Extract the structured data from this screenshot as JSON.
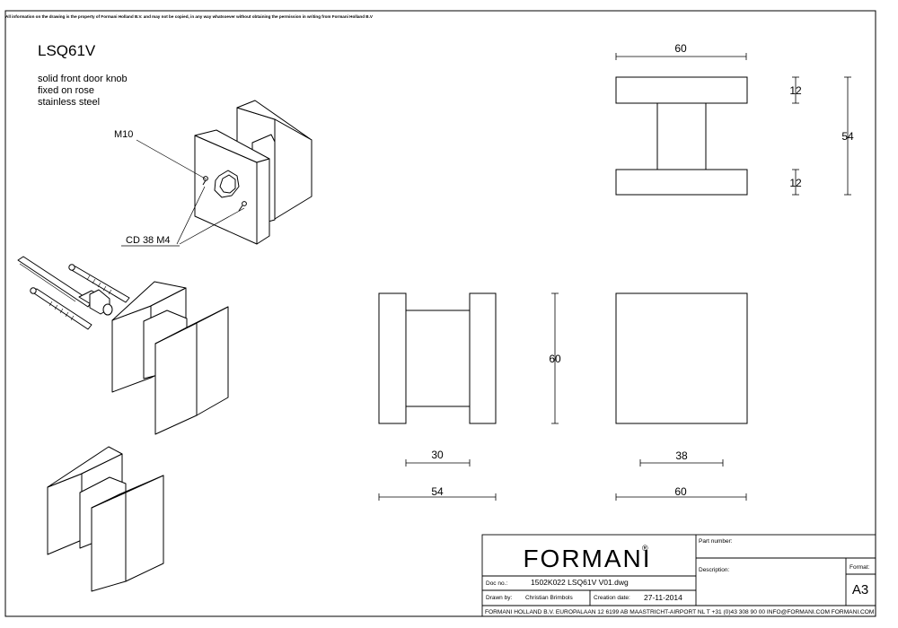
{
  "notice": "All information on the drawing is the property of Formani Holland B.V. and may not be copied, in any way whatsoever without obtaining the permission in writing from Formani Holland B.V",
  "product": {
    "code": "LSQ61V",
    "description": [
      "solid front door knob",
      "fixed on rose",
      "stainless steel"
    ]
  },
  "callouts": {
    "thread": "M10",
    "fixing": "CD 38  M4"
  },
  "dimensions": {
    "top_width": "60",
    "top_plate_upper": "12",
    "top_plate_lower": "12",
    "top_total_height": "54",
    "side_height": "60",
    "side_neck": "30",
    "side_depth": "54",
    "front_neck": "38",
    "front_width": "60"
  },
  "title_block": {
    "brand": "FORMANI",
    "registered": "®",
    "part_number_label": "Part number:",
    "description_label": "Description:",
    "format_label": "Format:",
    "format_value": "A3",
    "doc_label": "Doc no.:",
    "doc_value": "1502K022 LSQ61V V01.dwg",
    "drawn_label": "Drawn by:",
    "drawn_value": "Christian Brimbols",
    "created_label": "Creation date:",
    "created_value": "27-11-2014",
    "footer": "FORMANI HOLLAND B.V.  EUROPALAAN 12  6199 AB MAASTRICHT-AIRPORT NL  T +31 (0)43 308 90 00 INFO@FORMANI.COM FORMANI.COM"
  }
}
